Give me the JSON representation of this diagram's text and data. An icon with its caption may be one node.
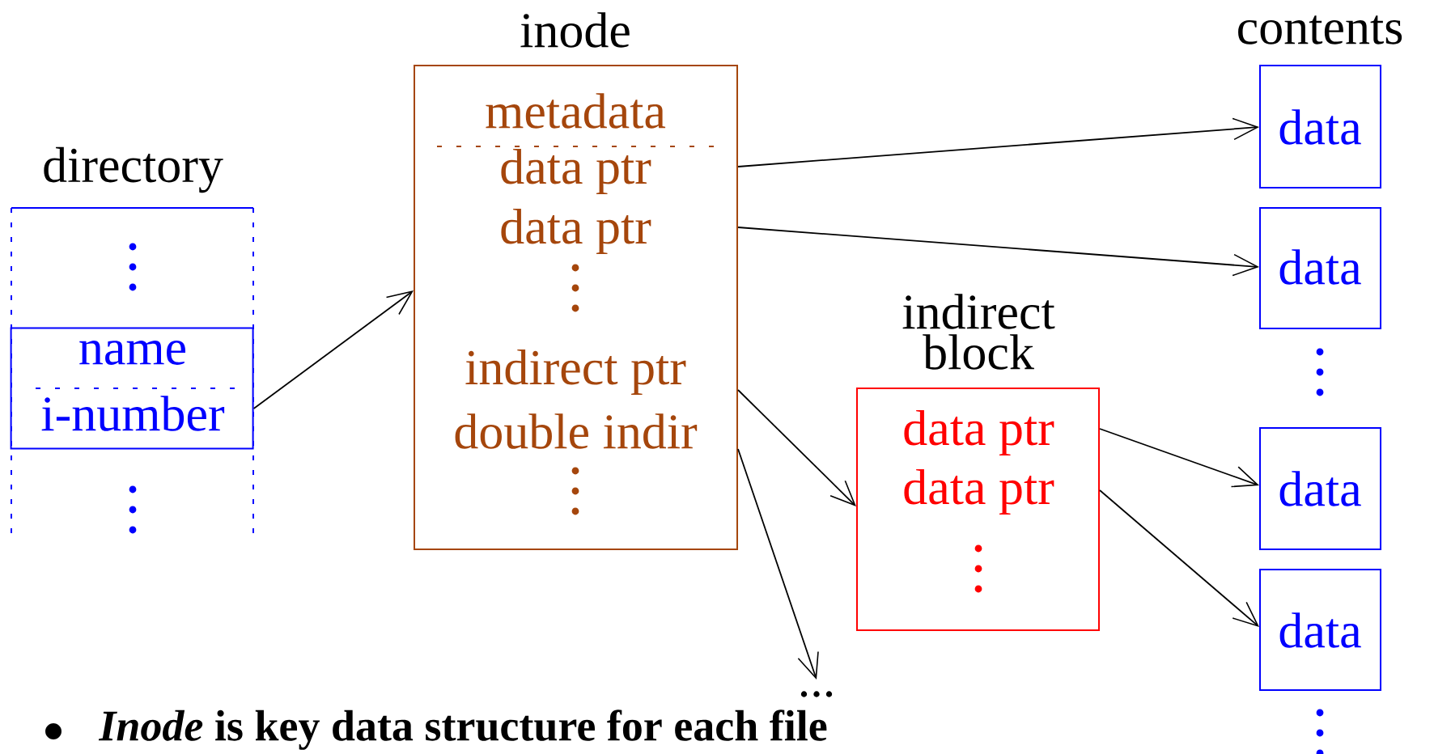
{
  "diagram": {
    "nodes": [
      {
        "text": [
          "directory"
        ]
      },
      {
        "text": [
          "name",
          "i-number"
        ],
        "in": 0
      },
      {
        "text": [
          "inode",
          "metadata",
          "data ptr",
          "data ptr",
          "indirect ptr",
          "double indir"
        ]
      },
      {
        "text": [
          "data"
        ]
      },
      {
        "text": [
          "data"
        ]
      },
      {
        "text": [
          "indirect block",
          "data ptr",
          "data ptr"
        ]
      },
      {
        "text": [
          "data"
        ]
      },
      {
        "text": [
          "data"
        ]
      },
      {
        "text": [
          "..."
        ]
      }
    ],
    "edges": [
      {
        "from": 1,
        "to": 2,
        "arrow": "to"
      },
      {
        "from": 2,
        "to": 3,
        "arrow": "to"
      },
      {
        "from": 2,
        "to": 4,
        "arrow": "to"
      },
      {
        "from": 2,
        "to": 5,
        "arrow": "to"
      },
      {
        "from": 2,
        "to": 8,
        "arrow": "to"
      },
      {
        "from": 5,
        "to": 6,
        "arrow": "to"
      },
      {
        "from": 5,
        "to": 7,
        "arrow": "to"
      }
    ],
    "labels": [
      "contents",
      "*Inode* is key data structure for each file"
    ]
  }
}
